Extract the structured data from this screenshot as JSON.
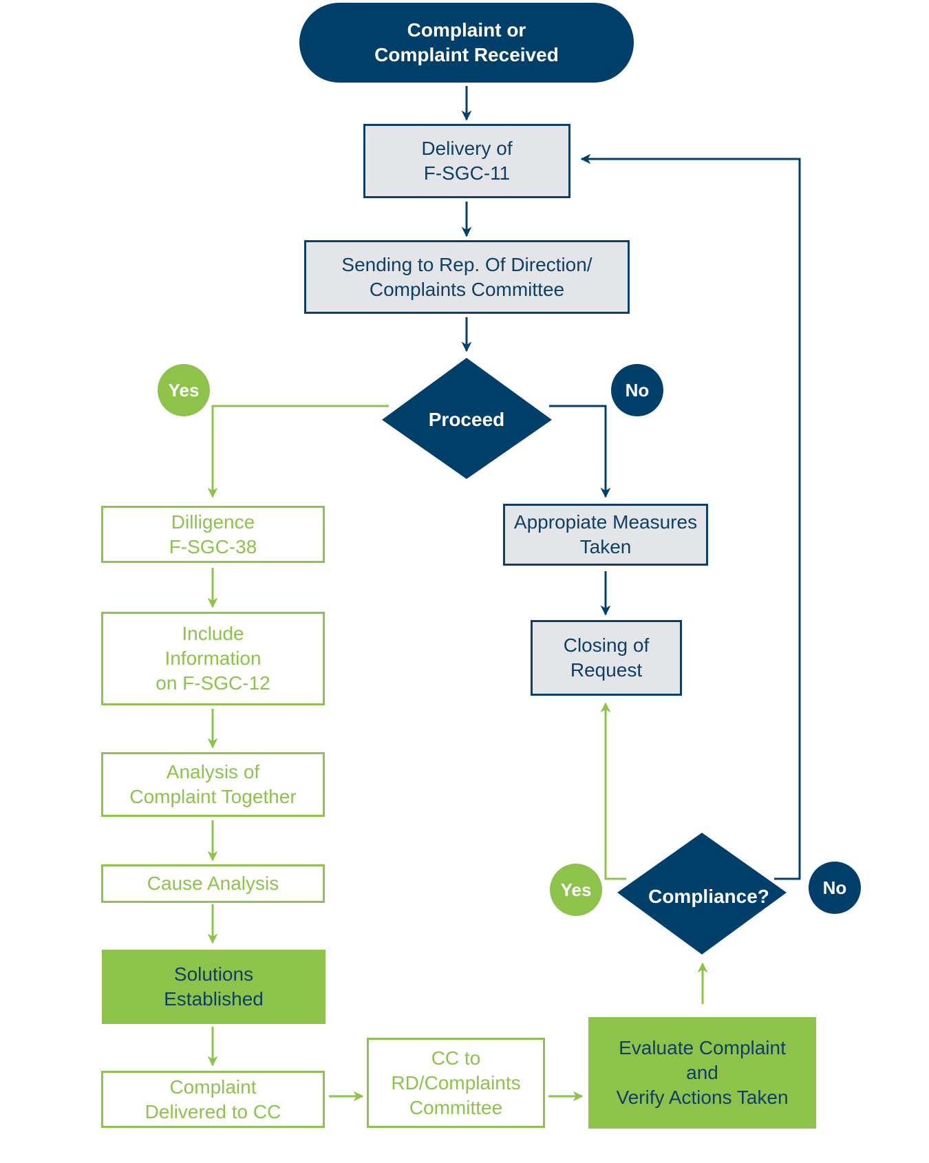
{
  "colors": {
    "navy": "#003f69",
    "green": "#8dc24b",
    "gray_fill": "#e3e5e8"
  },
  "nodes": {
    "start": "Complaint or\nComplaint Received",
    "delivery": "Delivery of\nF-SGC-11",
    "sending": "Sending to Rep. Of Direction/\nComplaints Committee",
    "proceed": "Proceed",
    "diligence": "Dilligence\nF-SGC-38",
    "include_info": "Include\nInformation\non F-SGC-12",
    "analysis": "Analysis of\nComplaint Together",
    "cause": "Cause Analysis",
    "solutions": "Solutions\nEstablished",
    "delivered_cc": "Complaint\nDelivered to CC",
    "cc_rd": "CC to\nRD/Complaints\nCommittee",
    "evaluate": "Evaluate Complaint\nand\nVerify Actions Taken",
    "measures": "Appropiate Measures\nTaken",
    "closing": "Closing of\nRequest",
    "compliance": "Compliance?"
  },
  "branches": {
    "proceed_yes": "Yes",
    "proceed_no": "No",
    "compliance_yes": "Yes",
    "compliance_no": "No"
  }
}
